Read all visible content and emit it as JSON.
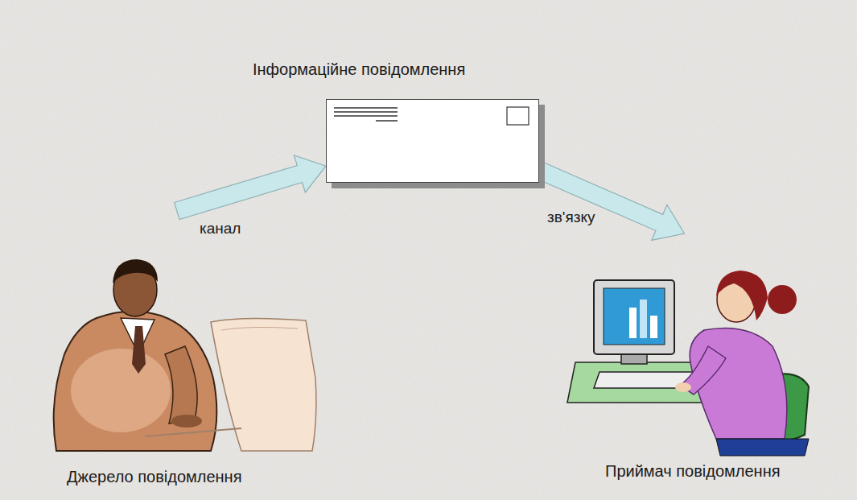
{
  "diagram": {
    "nodes": [
      {
        "text": [
          "Джерело повідомлення"
        ]
      },
      {
        "text": [
          "Інформаційне повідомлення"
        ]
      },
      {
        "text": [
          "Приймач повідомлення"
        ]
      }
    ],
    "edges": [
      {
        "from": 0,
        "to": 1,
        "arrow": "to",
        "label": "канал"
      },
      {
        "from": 1,
        "to": 2,
        "arrow": "to",
        "label": "зв'язку"
      }
    ]
  }
}
